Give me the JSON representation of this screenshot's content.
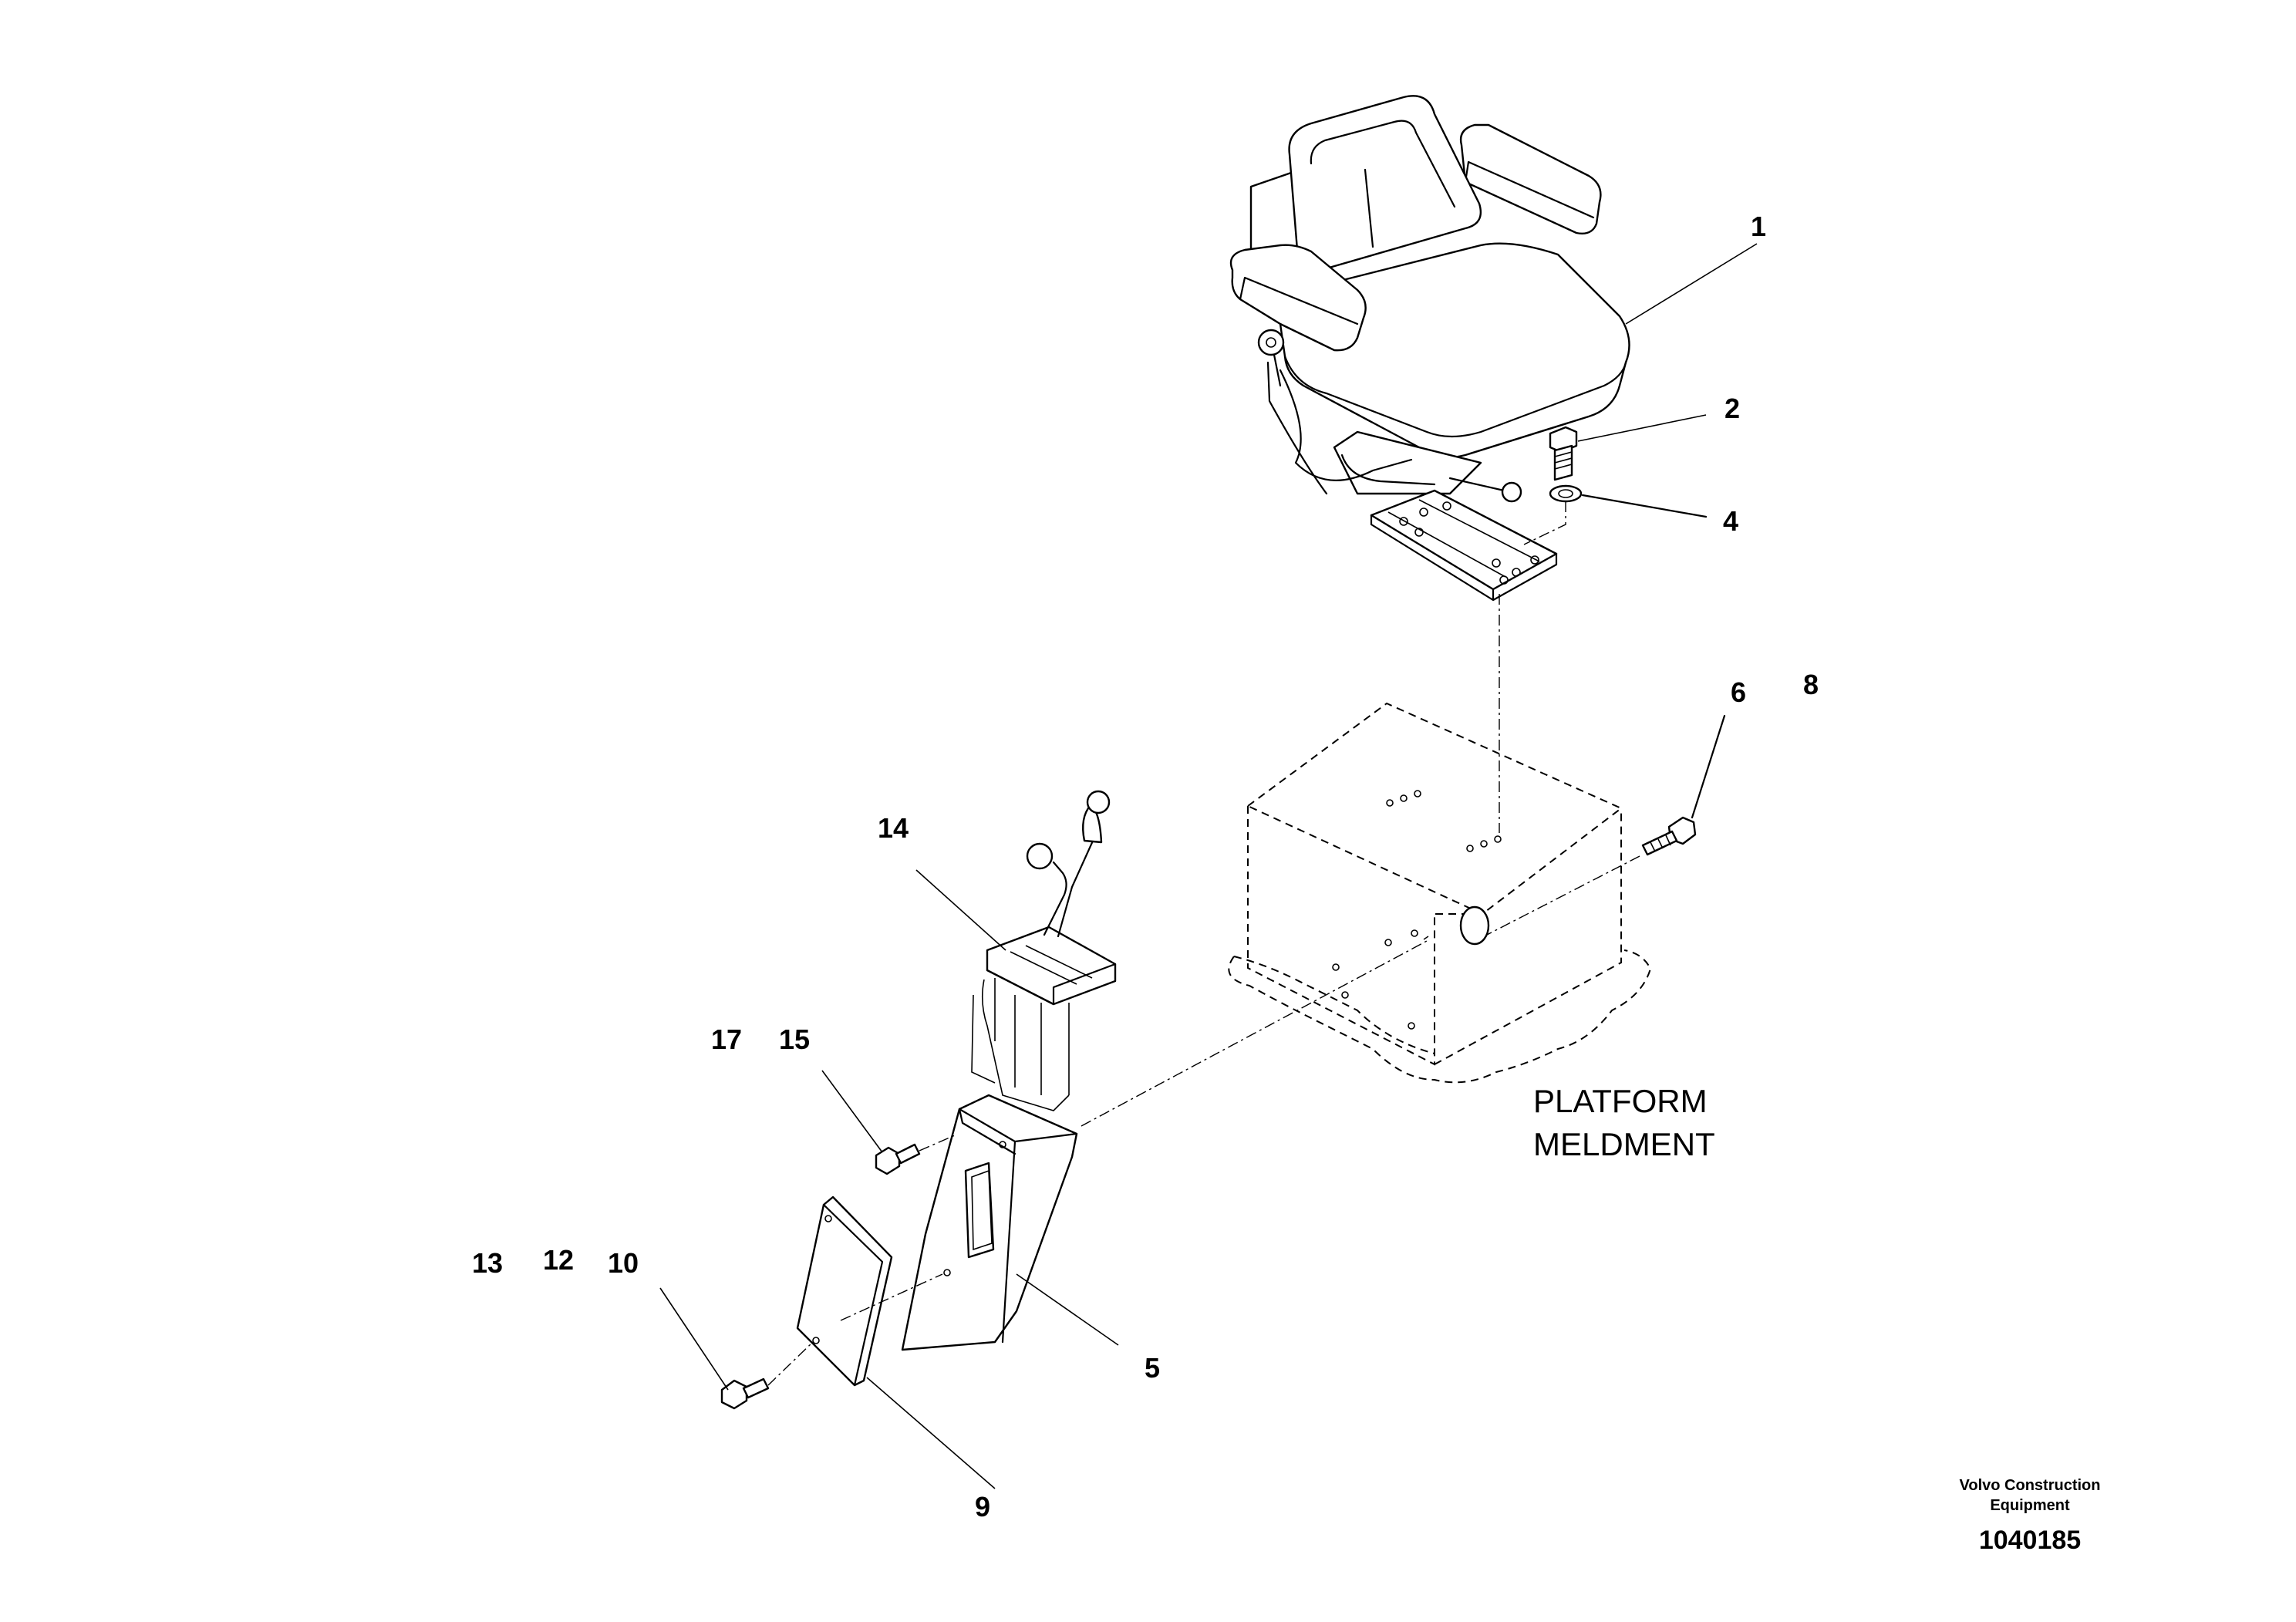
{
  "callouts": {
    "c1": "1",
    "c2": "2",
    "c4": "4",
    "c5": "5",
    "c6": "6",
    "c8": "8",
    "c9": "9",
    "c10": "10",
    "c12": "12",
    "c13": "13",
    "c14": "14",
    "c15": "15",
    "c17": "17"
  },
  "platform_label": {
    "line1": "PLATFORM",
    "line2": "MELDMENT"
  },
  "footer": {
    "brand_line1": "Volvo Construction",
    "brand_line2": "Equipment",
    "drawing_number": "1040185"
  }
}
